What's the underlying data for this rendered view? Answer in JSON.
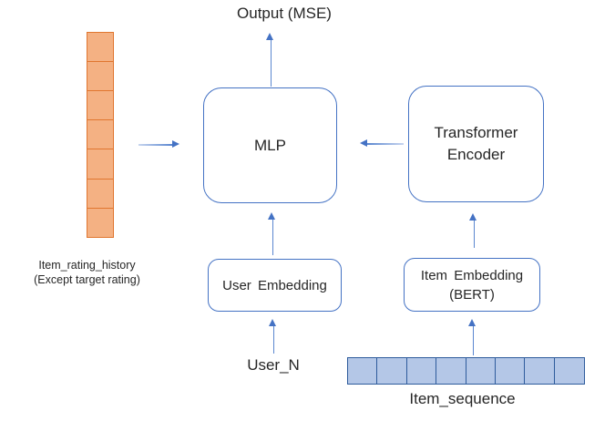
{
  "colors": {
    "accent": "#4472c4",
    "arrow_line": "#5b87d0",
    "arrow_light": "#c7d5ef",
    "orange_fill": "#f4b183",
    "orange_border": "#e0762f",
    "blue_fill": "#b4c7e7",
    "blue_border": "#2e5b9c",
    "text": "#262626",
    "background": "#ffffff"
  },
  "diagram": {
    "output_label": "Output (MSE)",
    "mlp_label": "MLP",
    "transformer_label_line1": "Transformer",
    "transformer_label_line2": "Encoder",
    "user_embedding_label": "User Embedding",
    "item_embedding_label_line1": "Item Embedding",
    "item_embedding_label_line2": "(BERT)",
    "user_input_label": "User_N",
    "item_sequence_label": "Item_sequence",
    "rating_history_label_line1": "Item_rating_history",
    "rating_history_label_line2": "(Except target rating)",
    "rating_history_cells": 7,
    "item_sequence_cells": 8
  }
}
